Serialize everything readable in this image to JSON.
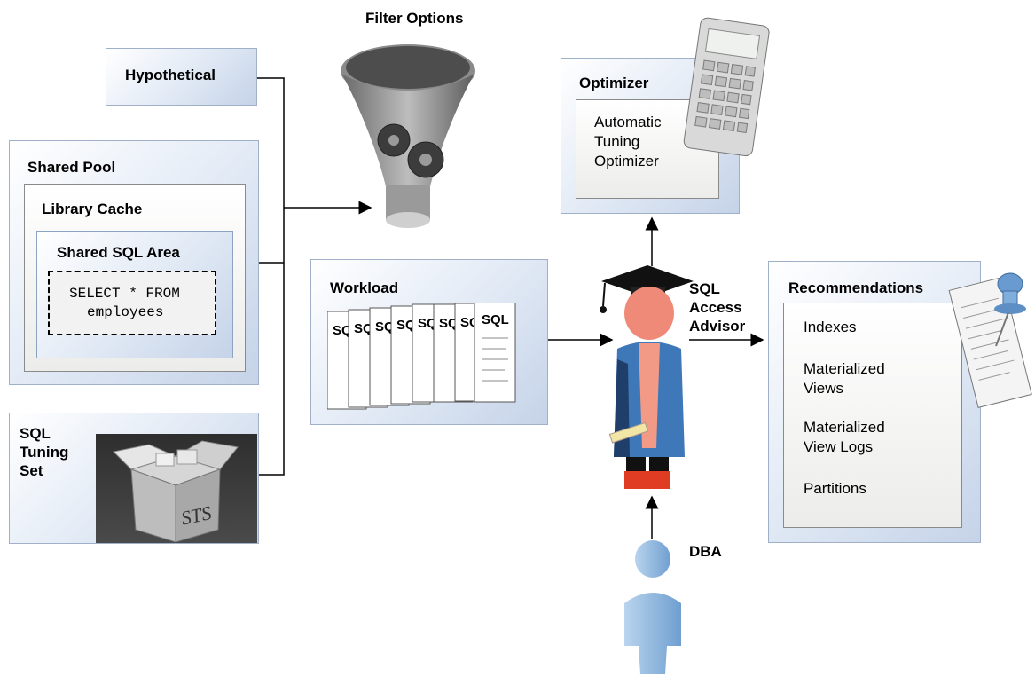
{
  "hypothetical": {
    "label": "Hypothetical"
  },
  "shared_pool": {
    "label": "Shared Pool",
    "library_cache": {
      "label": "Library Cache",
      "shared_sql_area": {
        "label": "Shared SQL Area",
        "statement_line1": "SELECT * FROM",
        "statement_line2": "employees"
      }
    }
  },
  "sql_tuning_set": {
    "label_line1": "SQL",
    "label_line2": "Tuning",
    "label_line3": "Set",
    "box_text": "STS"
  },
  "filter_options": {
    "label": "Filter Options"
  },
  "workload": {
    "label": "Workload",
    "sheet_text": "SQL"
  },
  "optimizer": {
    "label": "Optimizer",
    "inner_line1": "Automatic",
    "inner_line2": "Tuning",
    "inner_line3": "Optimizer"
  },
  "advisor": {
    "label_line1": "SQL",
    "label_line2": "Access",
    "label_line3": "Advisor"
  },
  "dba": {
    "label": "DBA"
  },
  "recommendations": {
    "label": "Recommendations",
    "items": [
      {
        "line1": "Indexes",
        "line2": ""
      },
      {
        "line1": "Materialized",
        "line2": "Views"
      },
      {
        "line1": "Materialized",
        "line2": "View Logs"
      },
      {
        "line1": "Partitions",
        "line2": ""
      }
    ]
  },
  "colors": {
    "panel_blue": "#c5d3e8",
    "advisor_head": "#f08a78",
    "advisor_robe": "#3f78b8",
    "dba_blue": "#8fb8e0"
  }
}
